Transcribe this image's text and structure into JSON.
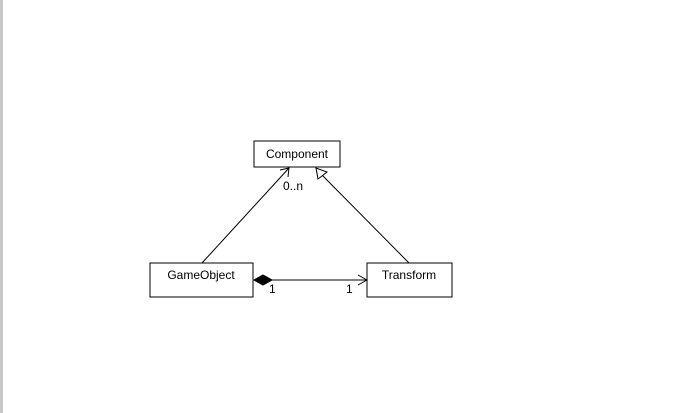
{
  "diagram": {
    "classes": {
      "component": {
        "label": "Component"
      },
      "gameobject": {
        "label": "GameObject"
      },
      "transform": {
        "label": "Transform"
      }
    },
    "relations": {
      "gameobject_component": {
        "target_multiplicity": "0..n"
      },
      "gameobject_transform": {
        "source_multiplicity": "1",
        "target_multiplicity": "1"
      }
    }
  }
}
